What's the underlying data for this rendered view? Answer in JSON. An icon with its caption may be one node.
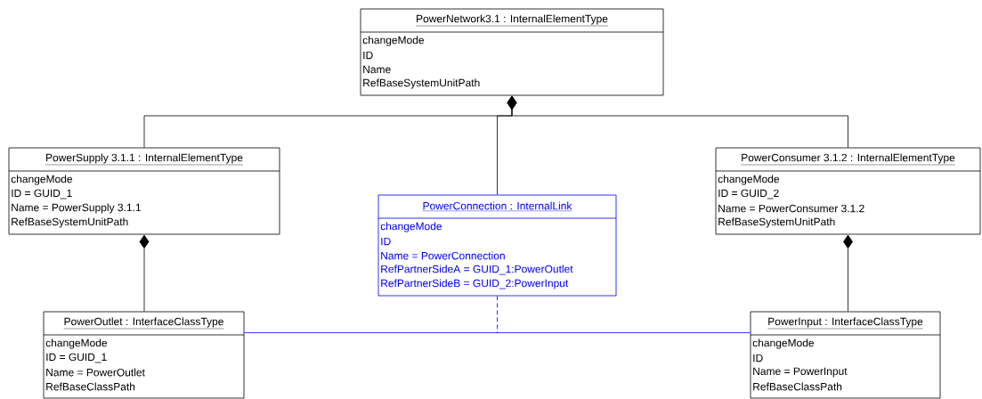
{
  "diagram": {
    "nodes": [
      {
        "text": [
          "PowerNetwork3.1 : InternalElementType",
          "changeMode",
          "ID",
          "Name",
          "RefBaseSystemUnitPath"
        ]
      },
      {
        "text": [
          "PowerSupply 3.1.1 : InternalElementType",
          "changeMode",
          "ID = GUID_1",
          "Name = PowerSupply 3.1.1",
          "RefBaseSystemUnitPath"
        ]
      },
      {
        "text": [
          "PowerConnection : InternalLink",
          "changeMode",
          "ID",
          "Name = PowerConnection",
          "RefPartnerSideA = GUID_1:PowerOutlet",
          "RefPartnerSideB = GUID_2:PowerInput"
        ]
      },
      {
        "text": [
          "PowerConsumer 3.1.2 : InternalElementType",
          "changeMode",
          "ID = GUID_2",
          "Name = PowerConsumer 3.1.2",
          "RefBaseSystemUnitPath"
        ]
      },
      {
        "text": [
          "PowerOutlet : InterfaceClassType",
          "changeMode",
          "ID = GUID_1",
          "Name = PowerOutlet",
          "RefBaseClassPath"
        ]
      },
      {
        "text": [
          "PowerInput : InterfaceClassType",
          "changeMode",
          "ID",
          "Name = PowerInput",
          "RefBaseClassPath"
        ]
      }
    ],
    "edges": [
      {
        "from": 0,
        "to": 1,
        "arrow": "other"
      },
      {
        "from": 0,
        "to": 2,
        "arrow": "other"
      },
      {
        "from": 0,
        "to": 3,
        "arrow": "other"
      },
      {
        "from": 1,
        "to": 4,
        "arrow": "other"
      },
      {
        "from": 3,
        "to": 5,
        "arrow": "other"
      },
      {
        "from": 4,
        "to": 5,
        "arrow": "none",
        "color": "#0000ff"
      },
      {
        "from": 2,
        "to": null,
        "arrow": "none",
        "style": "dashed",
        "color": "#0000ff"
      }
    ]
  }
}
